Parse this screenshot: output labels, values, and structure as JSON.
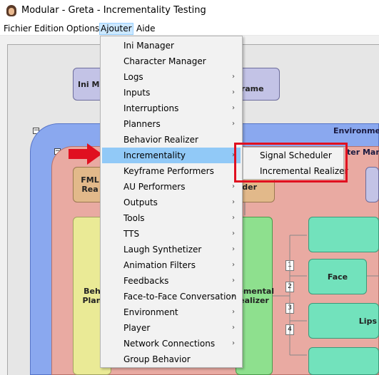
{
  "window": {
    "title": "Modular - Greta - Incrementality Testing"
  },
  "menubar": {
    "items": [
      {
        "label": "Fichier"
      },
      {
        "label": "Edition"
      },
      {
        "label": "Options"
      },
      {
        "label": "Ajouter",
        "active": true
      },
      {
        "label": "Aide"
      }
    ]
  },
  "canvas": {
    "top_frames": {
      "left_label": "Ini Ma",
      "right_label": "g Frame"
    },
    "environment_label": "Environmen",
    "character_manager_label": "ter Mana",
    "nodes": {
      "fml": "FML\nRea",
      "loader": "ader",
      "behavior_planner": "Beh\nPlan",
      "incremental_realizer": "remental\nealizer",
      "face": "Face",
      "lips": "Lips"
    },
    "numbers": [
      "1",
      "2",
      "3",
      "4"
    ]
  },
  "dropdown": {
    "items": [
      {
        "label": "Ini Manager",
        "submenu": false
      },
      {
        "label": "Character Manager",
        "submenu": false
      },
      {
        "label": "Logs",
        "submenu": true
      },
      {
        "label": "Inputs",
        "submenu": true
      },
      {
        "label": "Interruptions",
        "submenu": true
      },
      {
        "label": "Planners",
        "submenu": true
      },
      {
        "label": "Behavior Realizer",
        "submenu": false
      },
      {
        "label": "Incrementality",
        "submenu": true,
        "highlighted": true
      },
      {
        "label": "Keyframe Performers",
        "submenu": false
      },
      {
        "label": "AU Performers",
        "submenu": true
      },
      {
        "label": "Outputs",
        "submenu": true
      },
      {
        "label": "Tools",
        "submenu": true
      },
      {
        "label": "TTS",
        "submenu": true
      },
      {
        "label": "Laugh Synthetizer",
        "submenu": true
      },
      {
        "label": "Animation Filters",
        "submenu": true
      },
      {
        "label": "Feedbacks",
        "submenu": true
      },
      {
        "label": "Face-to-Face Conversation",
        "submenu": true
      },
      {
        "label": "Environment",
        "submenu": true
      },
      {
        "label": "Player",
        "submenu": true
      },
      {
        "label": "Network Connections",
        "submenu": true
      },
      {
        "label": "Group Behavior",
        "submenu": false
      }
    ]
  },
  "submenu": {
    "items": [
      {
        "label": "Signal Scheduler"
      },
      {
        "label": "Incremental Realizer"
      }
    ]
  },
  "colors": {
    "highlight": "#91c9f7",
    "annotation": "#e01020"
  },
  "icons": {
    "submenu_arrow": "›"
  }
}
